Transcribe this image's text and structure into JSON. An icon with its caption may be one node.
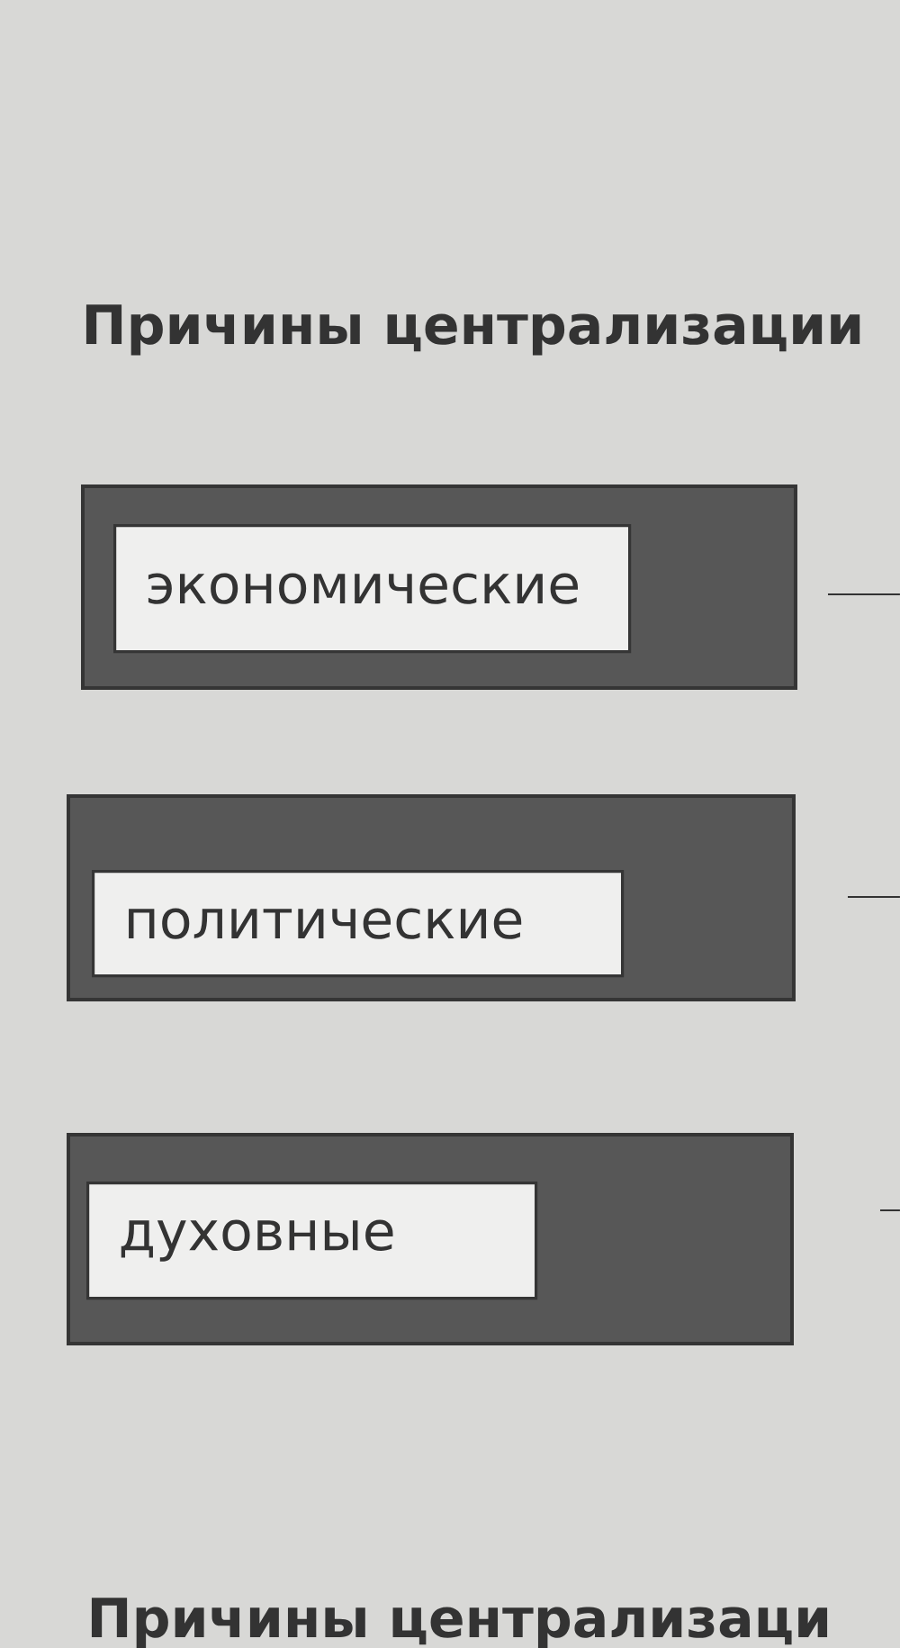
{
  "diagram": {
    "title": "Причины централизации",
    "nodes": [
      {
        "text": [],
        "shape": "box"
      },
      {
        "text": [
          "экономические"
        ],
        "in": 0
      },
      {
        "text": [],
        "shape": "box"
      },
      {
        "text": [
          "политические"
        ],
        "in": 2
      },
      {
        "text": [],
        "shape": "box"
      },
      {
        "text": [
          "духовные"
        ],
        "in": 4
      }
    ],
    "labels": [
      "Причины централизаци"
    ]
  }
}
